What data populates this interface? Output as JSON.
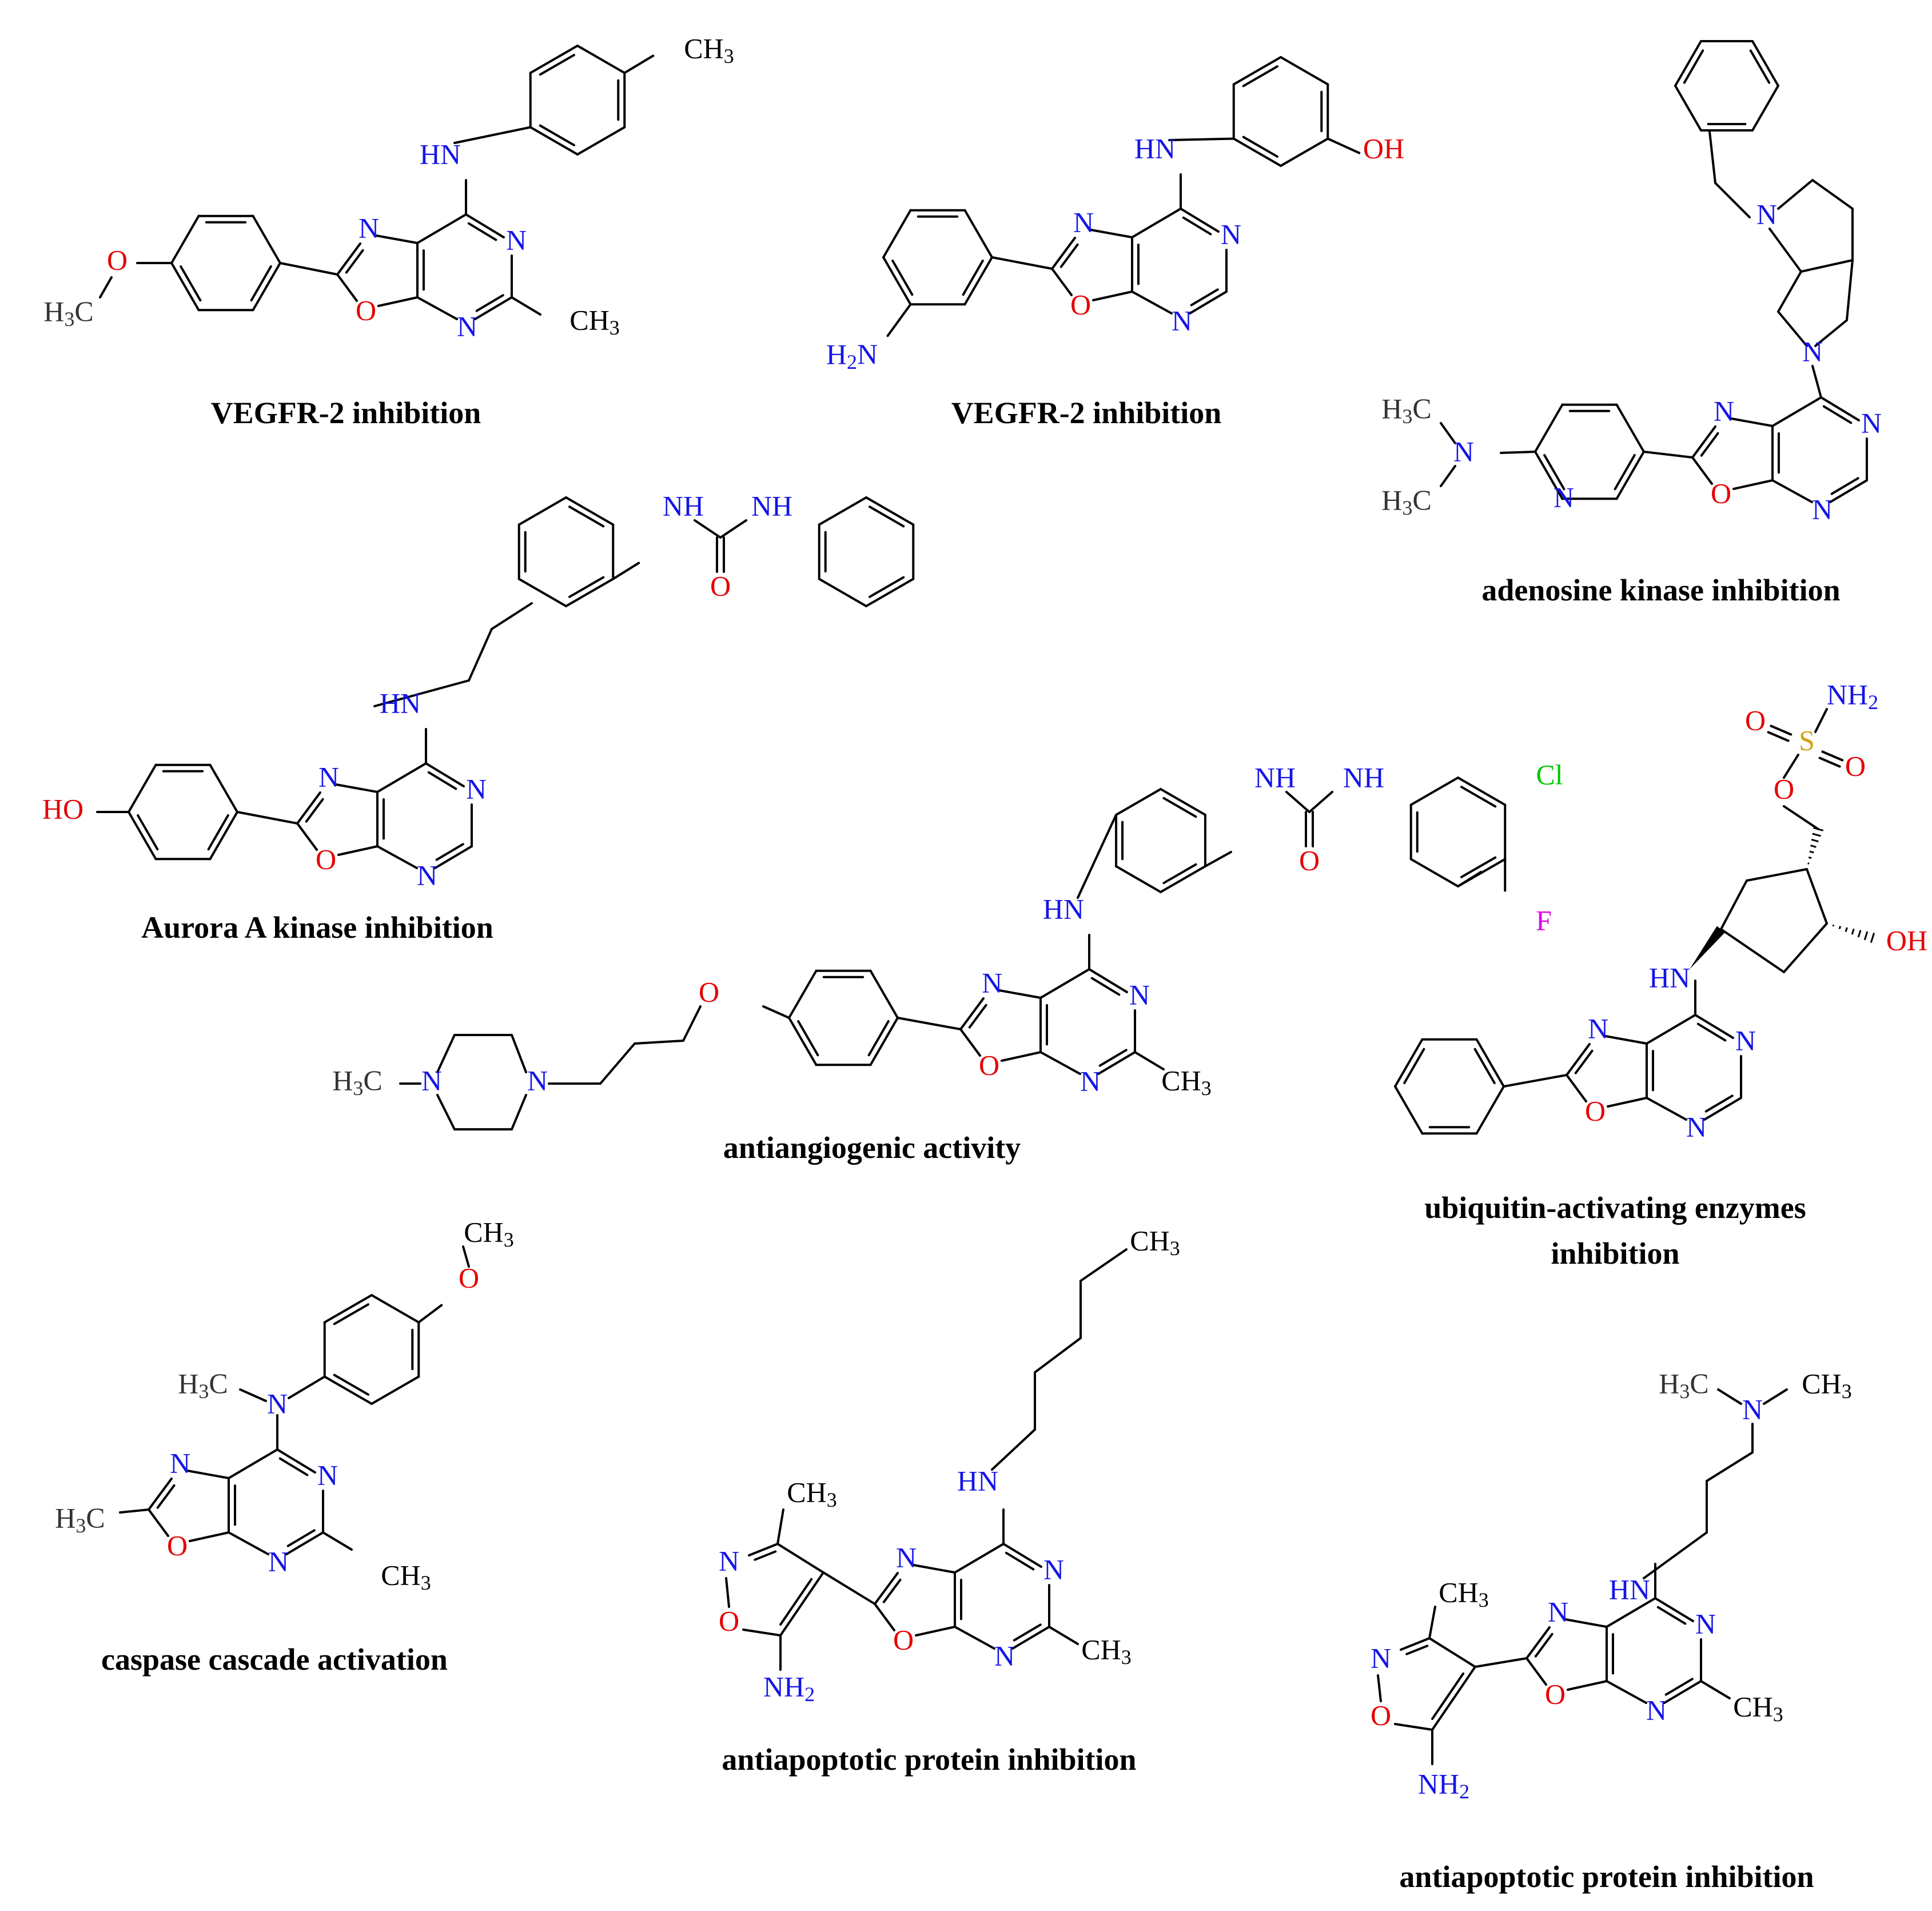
{
  "colors": {
    "carbon": "#000000",
    "hydrogen_label": "#333333",
    "nitrogen": "#1414e6",
    "oxygen": "#e60000",
    "sulfur": "#d4a017",
    "chlorine": "#00c800",
    "fluorine": "#e000e0"
  },
  "compounds": [
    {
      "id": "c1",
      "caption": "VEGFR-2 inhibition",
      "atoms": {
        "ch3_top": "CH3",
        "nh": "HN",
        "n_oxazole": "N",
        "n_pyr_top": "N",
        "n_pyr_bottom": "N",
        "o_oxazole": "O",
        "ch3_pyr": "CH3",
        "o_methoxy": "O",
        "h3c": "H3C"
      }
    },
    {
      "id": "c2",
      "caption": "VEGFR-2 inhibition",
      "atoms": {
        "nh": "HN",
        "oh": "OH",
        "n_oxazole": "N",
        "n_pyr_top": "N",
        "n_pyr_bottom": "N",
        "o_oxazole": "O",
        "nh2": "H2N"
      }
    },
    {
      "id": "c3",
      "caption": "adenosine kinase inhibition",
      "atoms": {
        "n_pyrrolidine": "N",
        "n_azetidine": "N",
        "h3c_top": "H3C",
        "n_dimethyl": "N",
        "h3c_bottom": "H3C",
        "n_pyridine": "N",
        "n_oxazole": "N",
        "o_oxazole": "O",
        "n_pyr_top": "N",
        "n_pyr_bottom": "N"
      }
    },
    {
      "id": "c4",
      "caption": "Aurora A kinase inhibition",
      "atoms": {
        "nh1": "NH",
        "nh2": "NH",
        "o_urea": "O",
        "hn": "HN",
        "ho": "HO",
        "n_oxazole": "N",
        "o_oxazole": "O",
        "n_pyr_top": "N",
        "n_pyr_bottom": "N"
      }
    },
    {
      "id": "c5",
      "caption": "antiangiogenic activity",
      "atoms": {
        "nh1": "NH",
        "nh2": "NH",
        "o_urea": "O",
        "cl": "Cl",
        "f": "F",
        "hn": "HN",
        "o_ether": "O",
        "h3c": "H3C",
        "n_pip1": "N",
        "n_pip2": "N",
        "n_oxazole": "N",
        "o_oxazole": "O",
        "n_pyr_top": "N",
        "n_pyr_bottom": "N",
        "ch3": "CH3"
      }
    },
    {
      "id": "c6",
      "caption_line1": "ubiquitin-activating enzymes",
      "caption_line2": "inhibition",
      "atoms": {
        "nh2": "NH2",
        "s": "S",
        "o_s1": "O",
        "o_s2": "O",
        "o_link": "O",
        "oh": "OH",
        "hn": "HN",
        "n_oxazole": "N",
        "o_oxazole": "O",
        "n_pyr_top": "N",
        "n_pyr_bottom": "N"
      }
    },
    {
      "id": "c7",
      "caption": "caspase cascade activation",
      "atoms": {
        "ch3_top": "CH3",
        "o_methoxy": "O",
        "h3c_n": "H3C",
        "n_amine": "N",
        "n_oxazole": "N",
        "n_pyr_top": "N",
        "h3c_ox": "H3C",
        "o_oxazole": "O",
        "n_pyr_bottom": "N",
        "ch3_pyr": "CH3"
      }
    },
    {
      "id": "c8",
      "caption": "antiapoptotic protein inhibition",
      "atoms": {
        "ch3_chain": "CH3",
        "hn": "HN",
        "ch3_isox": "CH3",
        "n_isox": "N",
        "o_isox": "O",
        "nh2": "NH2",
        "n_oxazole": "N",
        "o_oxazole": "O",
        "n_pyr_top": "N",
        "n_pyr_bottom": "N",
        "ch3_pyr": "CH3"
      }
    },
    {
      "id": "c9",
      "caption": "antiapoptotic protein inhibition",
      "atoms": {
        "h3c": "H3C",
        "n_dimethyl": "N",
        "ch3": "CH3",
        "hn": "HN",
        "ch3_isox": "CH3",
        "n_isox": "N",
        "o_isox": "O",
        "nh2": "NH2",
        "n_oxazole": "N",
        "o_oxazole": "O",
        "n_pyr_top": "N",
        "n_pyr_bottom": "N",
        "ch3_pyr": "CH3"
      }
    }
  ]
}
